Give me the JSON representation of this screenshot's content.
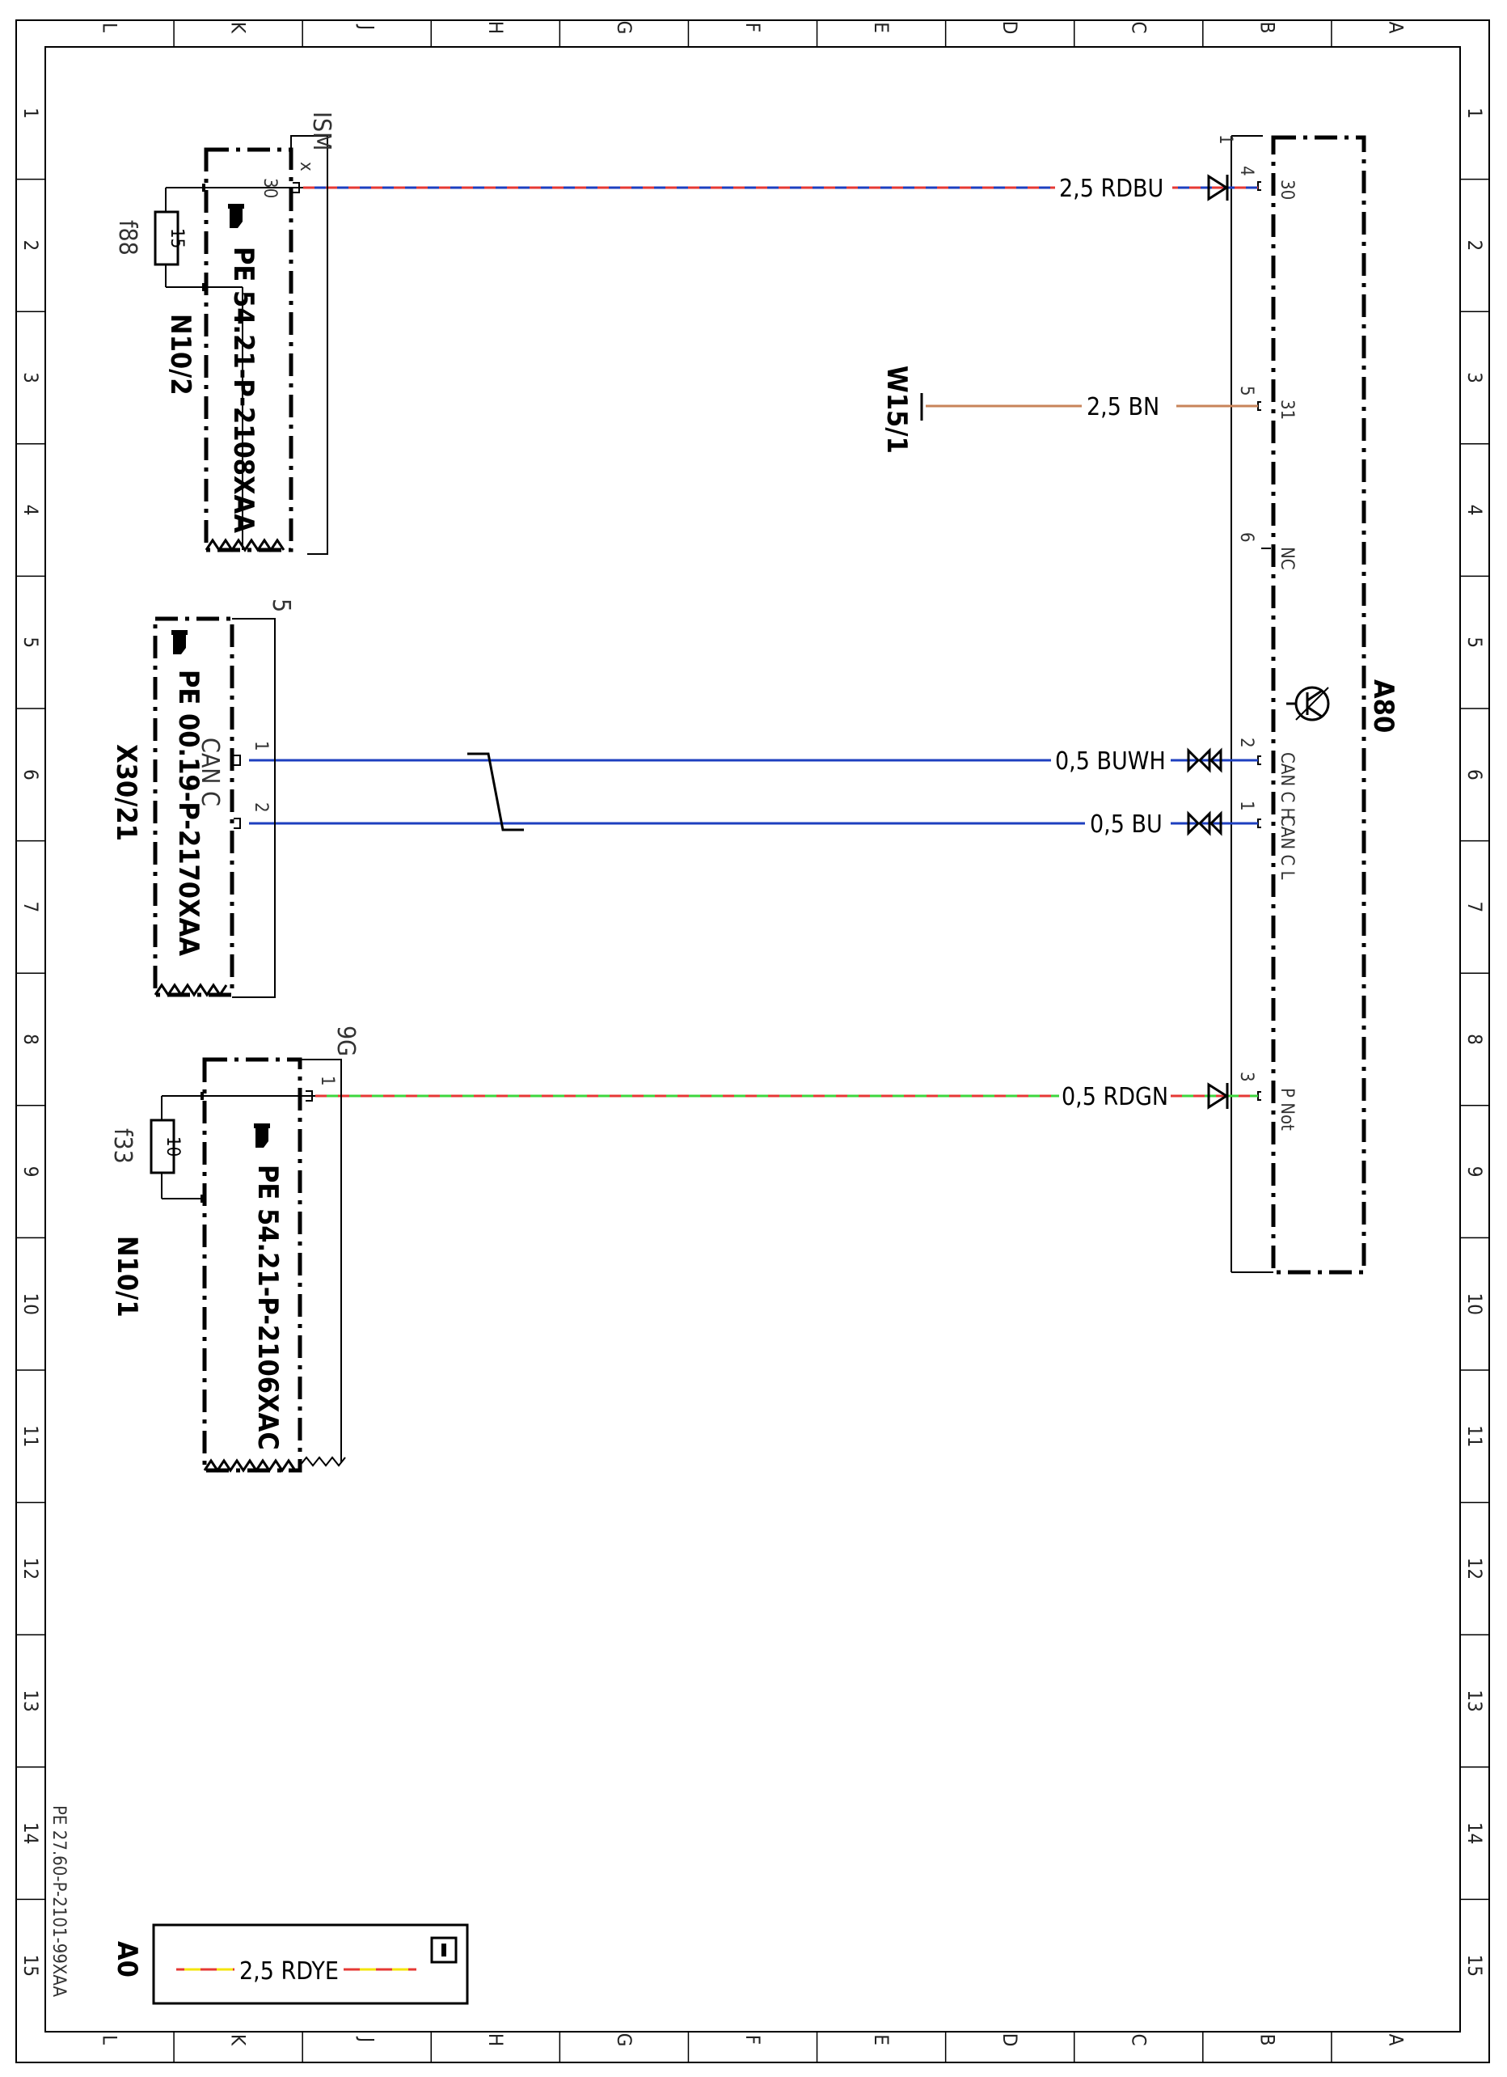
{
  "grid": {
    "letters": [
      "L",
      "K",
      "J",
      "H",
      "G",
      "F",
      "E",
      "D",
      "C",
      "B",
      "A"
    ],
    "numbers": [
      "1",
      "2",
      "3",
      "4",
      "5",
      "6",
      "7",
      "8",
      "9",
      "10",
      "11",
      "12",
      "13",
      "14",
      "15"
    ]
  },
  "components": {
    "a80": {
      "name": "A80"
    },
    "w15_1": {
      "name": "W15/1"
    },
    "n10_2": {
      "name": "N10/2",
      "ref": "PE 54.21-P-2108XAA",
      "fuse": "f88",
      "fuse_value": "15",
      "terminal": "30",
      "conn_x": "x",
      "label_ism": "ISM"
    },
    "x30_21": {
      "name": "X30/21",
      "ref": "PE 00.19-P-2170XAA",
      "bus_label": "CAN C",
      "pin1": "1",
      "pin2": "2",
      "conn_num": "5"
    },
    "n10_1": {
      "name": "N10/1",
      "ref": "PE 54.21-P-2106XAC",
      "fuse": "f33",
      "fuse_value": "10",
      "pin": "1",
      "conn_num": "9G"
    }
  },
  "a80_header": "1",
  "a80_pins": [
    {
      "num": "4",
      "label": "30"
    },
    {
      "num": "5",
      "label": "31"
    },
    {
      "num": "6",
      "label": "NC"
    },
    {
      "num": "2",
      "label": "CAN C H"
    },
    {
      "num": "1",
      "label": "CAN C L"
    },
    {
      "num": "3",
      "label": "P Not"
    }
  ],
  "wires": [
    {
      "id": "rdbu",
      "label": "2,5 RDBU",
      "colors": [
        "#e53935",
        "#1e3fbf"
      ]
    },
    {
      "id": "bn",
      "label": "2,5 BN",
      "colors": [
        "#c8845a"
      ]
    },
    {
      "id": "buwh",
      "label": "0,5 BUWH",
      "colors": [
        "#1e3fbf"
      ]
    },
    {
      "id": "bu",
      "label": "0,5 BU",
      "colors": [
        "#1e3fbf"
      ]
    },
    {
      "id": "rdgn",
      "label": "0,5 RDGN",
      "colors": [
        "#e53935",
        "#3ed63e"
      ]
    }
  ],
  "legend": {
    "label": "2,5 RDYE",
    "colors": [
      "#e53935",
      "#f5e50a"
    ],
    "ground": "A0"
  },
  "doc_ref": "PE 27.60-P-2101-99XAA"
}
